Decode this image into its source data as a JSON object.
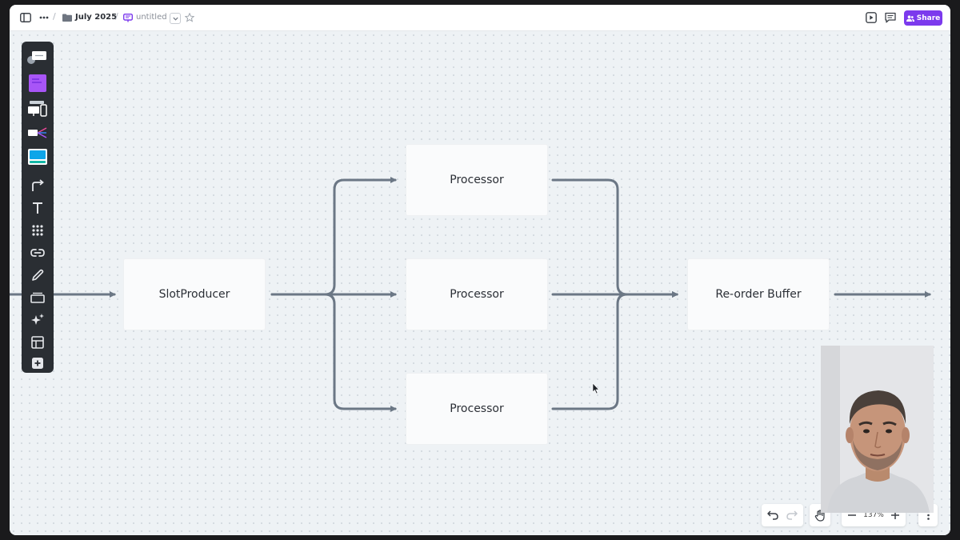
{
  "topbar": {
    "folder_label": "July 2025",
    "board_title": "untitled",
    "share_label": "Share"
  },
  "diagram": {
    "producer_label": "SlotProducer",
    "processor_labels": [
      "Processor",
      "Processor",
      "Processor"
    ],
    "buffer_label": "Re-order Buffer"
  },
  "zoom": {
    "level": "137%"
  },
  "colors": {
    "accent": "#7c3aed",
    "wire": "#6b7785",
    "toolbar": "#2a2e33"
  }
}
